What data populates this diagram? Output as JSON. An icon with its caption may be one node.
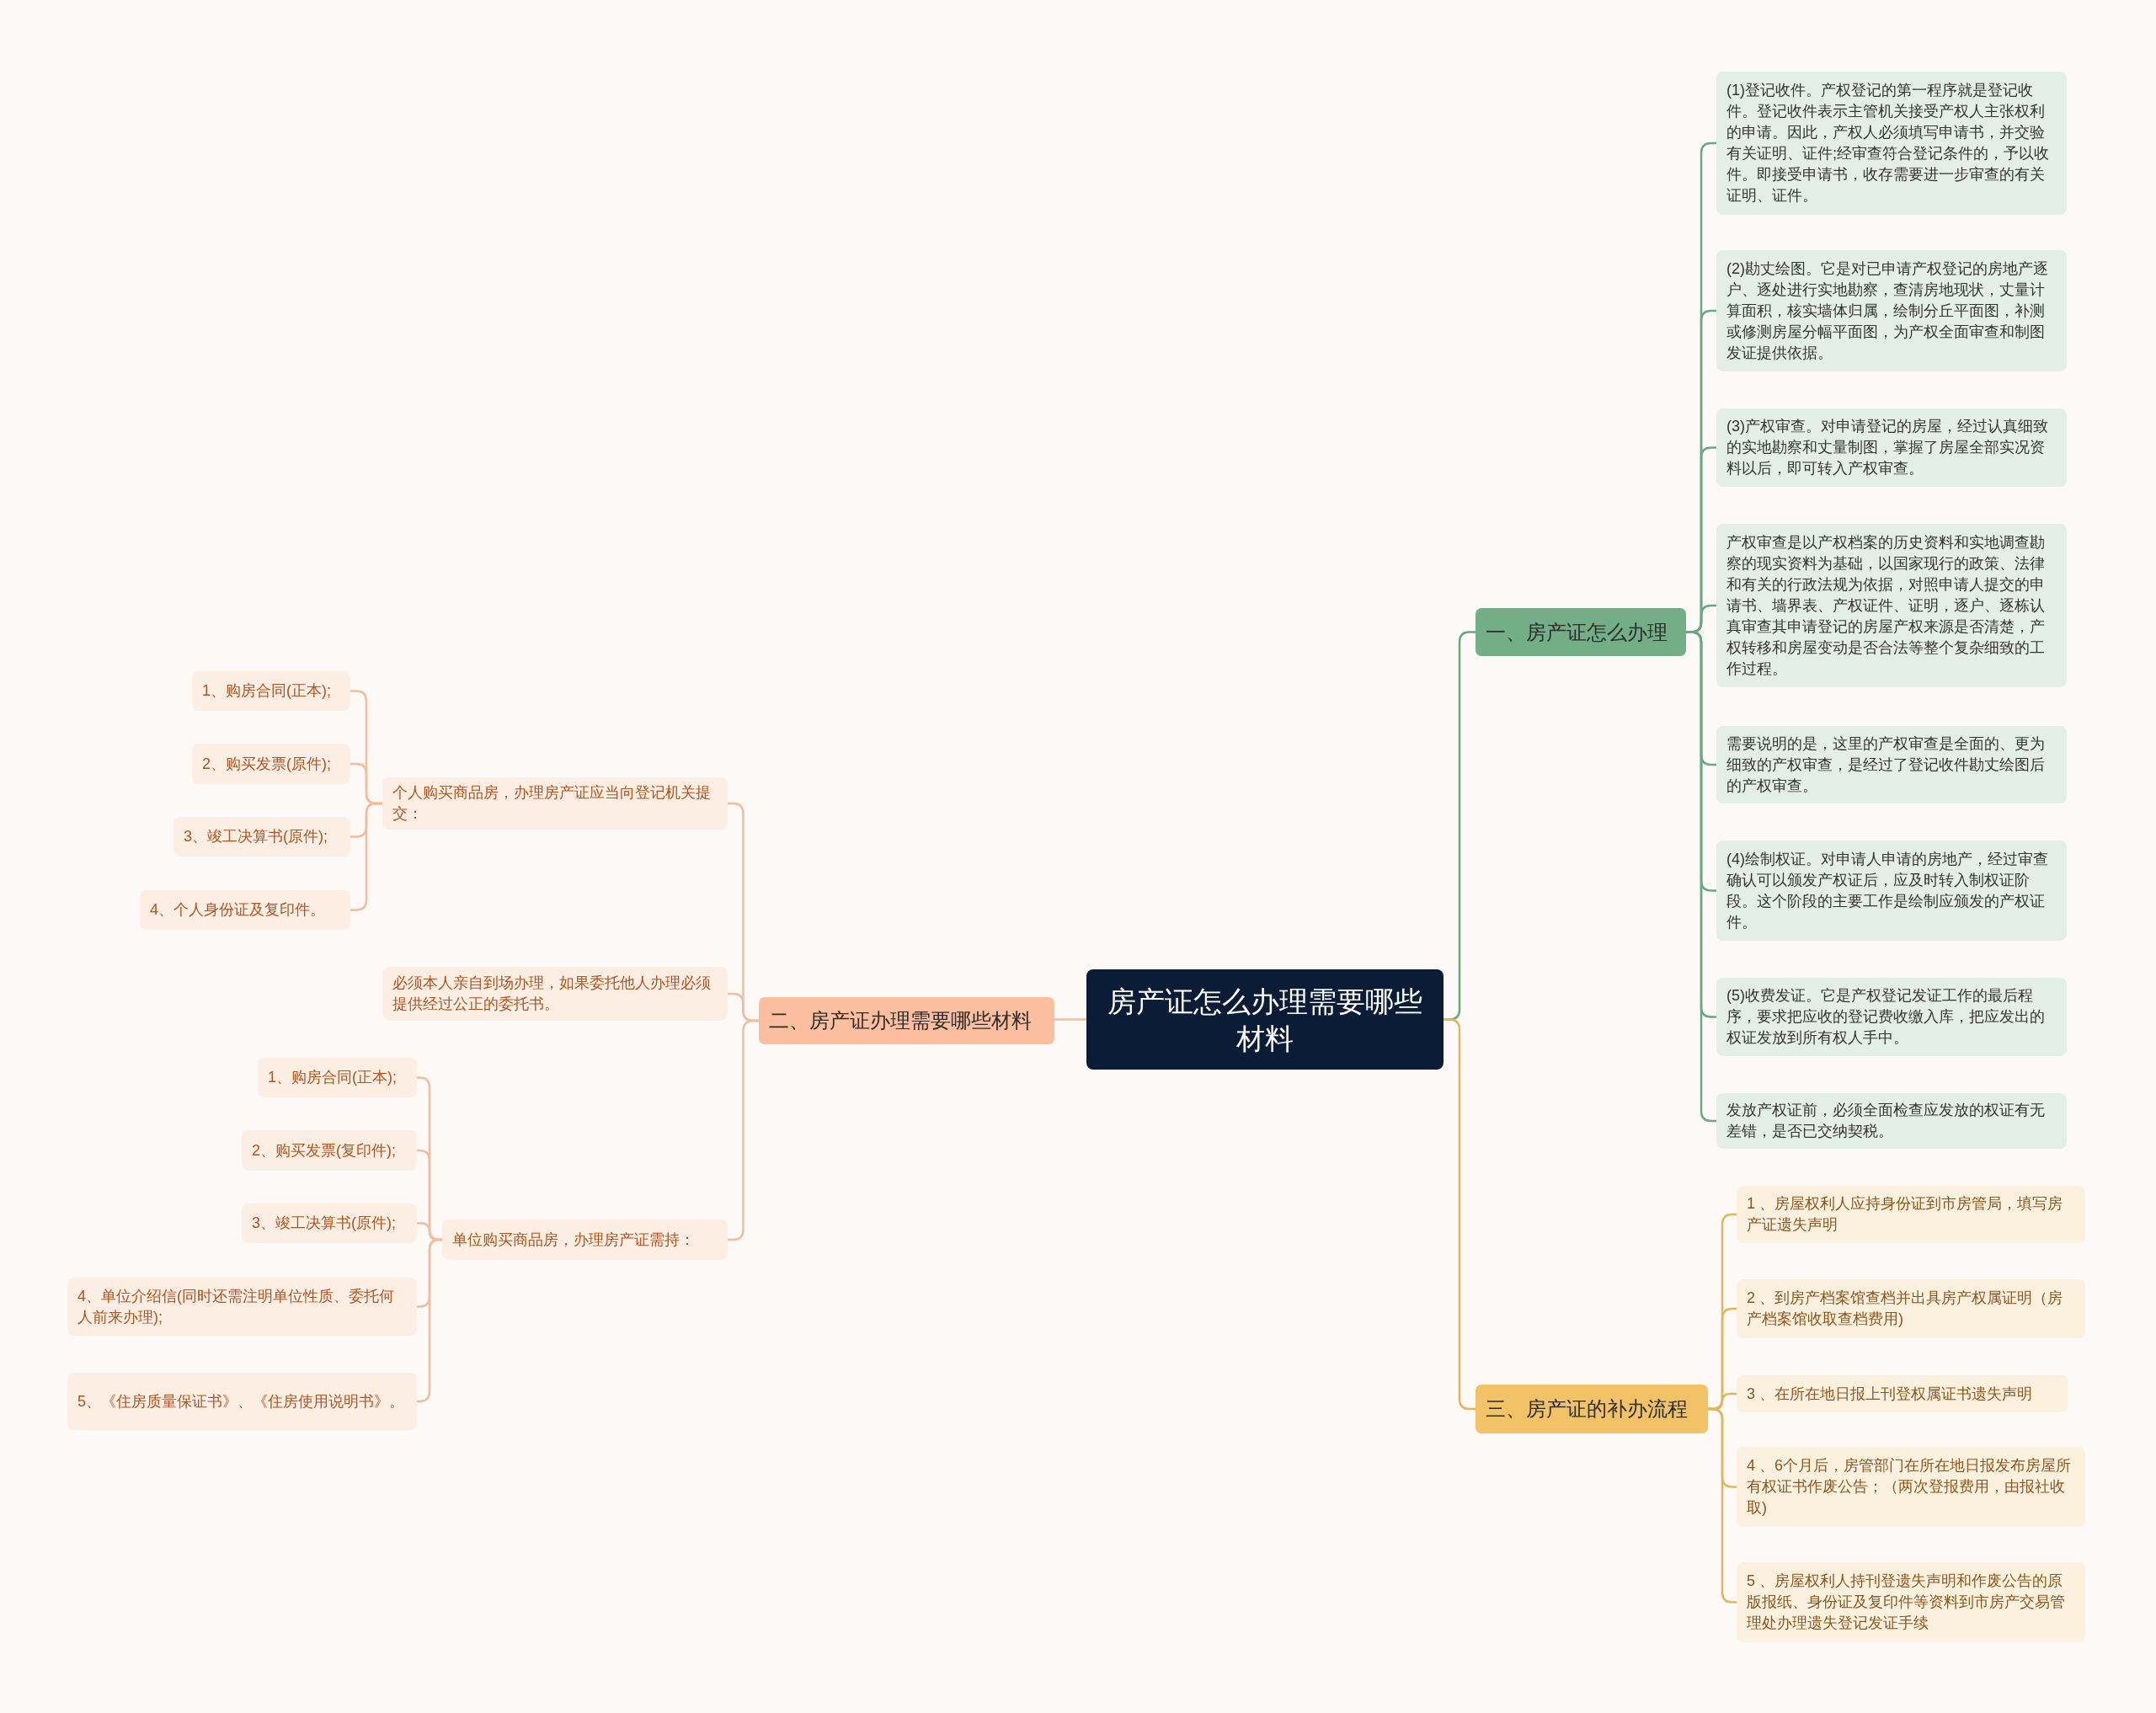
{
  "diagram": {
    "nodes": [
      {
        "text": [
          "房产证怎么办理需要哪些材料"
        ]
      },
      {
        "text": [
          "一、房产证怎么办理"
        ]
      },
      {
        "text": [
          "(1)登记收件。产权登记的第一程序就是登记收件。登记收件表示主管机关接受产权人主张权利的申请。因此，产权人必须填写申请书，并交验有关证明、证件;经审查符合登记条件的，予以收件。即接受申请书，收存需要进一步审查的有关证明、证件。"
        ]
      },
      {
        "text": [
          "(2)勘丈绘图。它是对已申请产权登记的房地产逐户、逐处进行实地勘察，查清房地现状，丈量计算面积，核实墙体归属，绘制分丘平面图，补测或修测房屋分幅平面图，为产权全面审查和制图发证提供依据。"
        ]
      },
      {
        "text": [
          "(3)产权审查。对申请登记的房屋，经过认真细致的实地勘察和丈量制图，掌握了房屋全部实况资料以后，即可转入产权审查。"
        ]
      },
      {
        "text": [
          "产权审查是以产权档案的历史资料和实地调查勘察的现实资料为基础，以国家现行的政策、法律和有关的行政法规为依据，对照申请人提交的申请书、墙界表、产权证件、证明，逐户、逐栋认真审查其申请登记的房屋产权来源是否清楚，产权转移和房屋变动是否合法等整个复杂细致的工作过程。"
        ]
      },
      {
        "text": [
          "需要说明的是，这里的产权审查是全面的、更为细致的产权审查，是经过了登记收件勘丈绘图后的产权审查。"
        ]
      },
      {
        "text": [
          "(4)绘制权证。对申请人申请的房地产，经过审查确认可以颁发产权证后，应及时转入制权证阶段。这个阶段的主要工作是绘制应颁发的产权证件。"
        ]
      },
      {
        "text": [
          "(5)收费发证。它是产权登记发证工作的最后程序，要求把应收的登记费收缴入库，把应发出的权证发放到所有权人手中。"
        ]
      },
      {
        "text": [
          "发放产权证前，必须全面检查应发放的权证有无差错，是否已交纳契税。"
        ]
      },
      {
        "text": [
          "三、房产证的补办流程"
        ]
      },
      {
        "text": [
          "1 、房屋权利人应持身份证到市房管局，填写房产证遗失声明"
        ]
      },
      {
        "text": [
          "2 、到房产档案馆查档并出具房产权属证明（房产档案馆收取查档费用)"
        ]
      },
      {
        "text": [
          "3 、在所在地日报上刊登权属证书遗失声明"
        ]
      },
      {
        "text": [
          "4 、6个月后，房管部门在所在地日报发布房屋所有权证书作废公告；（两次登报费用，由报社收取)"
        ]
      },
      {
        "text": [
          "5 、房屋权利人持刊登遗失声明和作废公告的原版报纸、身份证及复印件等资料到市房产交易管理处办理遗失登记发证手续"
        ]
      },
      {
        "text": [
          "二、房产证办理需要哪些材料"
        ]
      },
      {
        "text": [
          "个人购买商品房，办理房产证应当向登记机关提交："
        ]
      },
      {
        "text": [
          "1、购房合同(正本);"
        ]
      },
      {
        "text": [
          "2、购买发票(原件);"
        ]
      },
      {
        "text": [
          "3、竣工决算书(原件);"
        ]
      },
      {
        "text": [
          "4、个人身份证及复印件。"
        ]
      },
      {
        "text": [
          "必须本人亲自到场办理，如果委托他人办理必须提供经过公正的委托书。"
        ]
      },
      {
        "text": [
          "单位购买商品房，办理房产证需持："
        ]
      },
      {
        "text": [
          "1、购房合同(正本);"
        ]
      },
      {
        "text": [
          "2、购买发票(复印件);"
        ]
      },
      {
        "text": [
          "3、竣工决算书(原件);"
        ]
      },
      {
        "text": [
          "4、单位介绍信(同时还需注明单位性质、委托何人前来办理);"
        ]
      },
      {
        "text": [
          "5、《住房质量保证书》、《住房使用说明书》。"
        ]
      }
    ],
    "edges": [
      {
        "from": 0,
        "to": 1,
        "arrow": "none",
        "color": "#6aa882"
      },
      {
        "from": 1,
        "to": 2,
        "arrow": "none",
        "color": "#6aa882"
      },
      {
        "from": 1,
        "to": 3,
        "arrow": "none",
        "color": "#6aa882"
      },
      {
        "from": 1,
        "to": 4,
        "arrow": "none",
        "color": "#6aa882"
      },
      {
        "from": 1,
        "to": 5,
        "arrow": "none",
        "color": "#6aa882"
      },
      {
        "from": 1,
        "to": 6,
        "arrow": "none",
        "color": "#6aa882"
      },
      {
        "from": 1,
        "to": 7,
        "arrow": "none",
        "color": "#6aa882"
      },
      {
        "from": 1,
        "to": 8,
        "arrow": "none",
        "color": "#6aa882"
      },
      {
        "from": 1,
        "to": 9,
        "arrow": "none",
        "color": "#6aa882"
      },
      {
        "from": 0,
        "to": 10,
        "arrow": "none",
        "color": "#e2b55c"
      },
      {
        "from": 10,
        "to": 11,
        "arrow": "none",
        "color": "#e2b55c"
      },
      {
        "from": 10,
        "to": 12,
        "arrow": "none",
        "color": "#e2b55c"
      },
      {
        "from": 10,
        "to": 13,
        "arrow": "none",
        "color": "#e2b55c"
      },
      {
        "from": 10,
        "to": 14,
        "arrow": "none",
        "color": "#e2b55c"
      },
      {
        "from": 10,
        "to": 15,
        "arrow": "none",
        "color": "#e2b55c"
      },
      {
        "from": 0,
        "to": 16,
        "arrow": "none"
      },
      {
        "from": 16,
        "to": 17,
        "arrow": "none"
      },
      {
        "from": 17,
        "to": 18,
        "arrow": "none"
      },
      {
        "from": 17,
        "to": 19,
        "arrow": "none"
      },
      {
        "from": 17,
        "to": 20,
        "arrow": "none"
      },
      {
        "from": 17,
        "to": 21,
        "arrow": "none"
      },
      {
        "from": 16,
        "to": 22,
        "arrow": "none"
      },
      {
        "from": 16,
        "to": 23,
        "arrow": "none"
      },
      {
        "from": 23,
        "to": 24,
        "arrow": "none"
      },
      {
        "from": 23,
        "to": 25,
        "arrow": "none"
      },
      {
        "from": 23,
        "to": 26,
        "arrow": "none"
      },
      {
        "from": 23,
        "to": 27,
        "arrow": "none"
      },
      {
        "from": 23,
        "to": 28,
        "arrow": "none"
      }
    ]
  }
}
